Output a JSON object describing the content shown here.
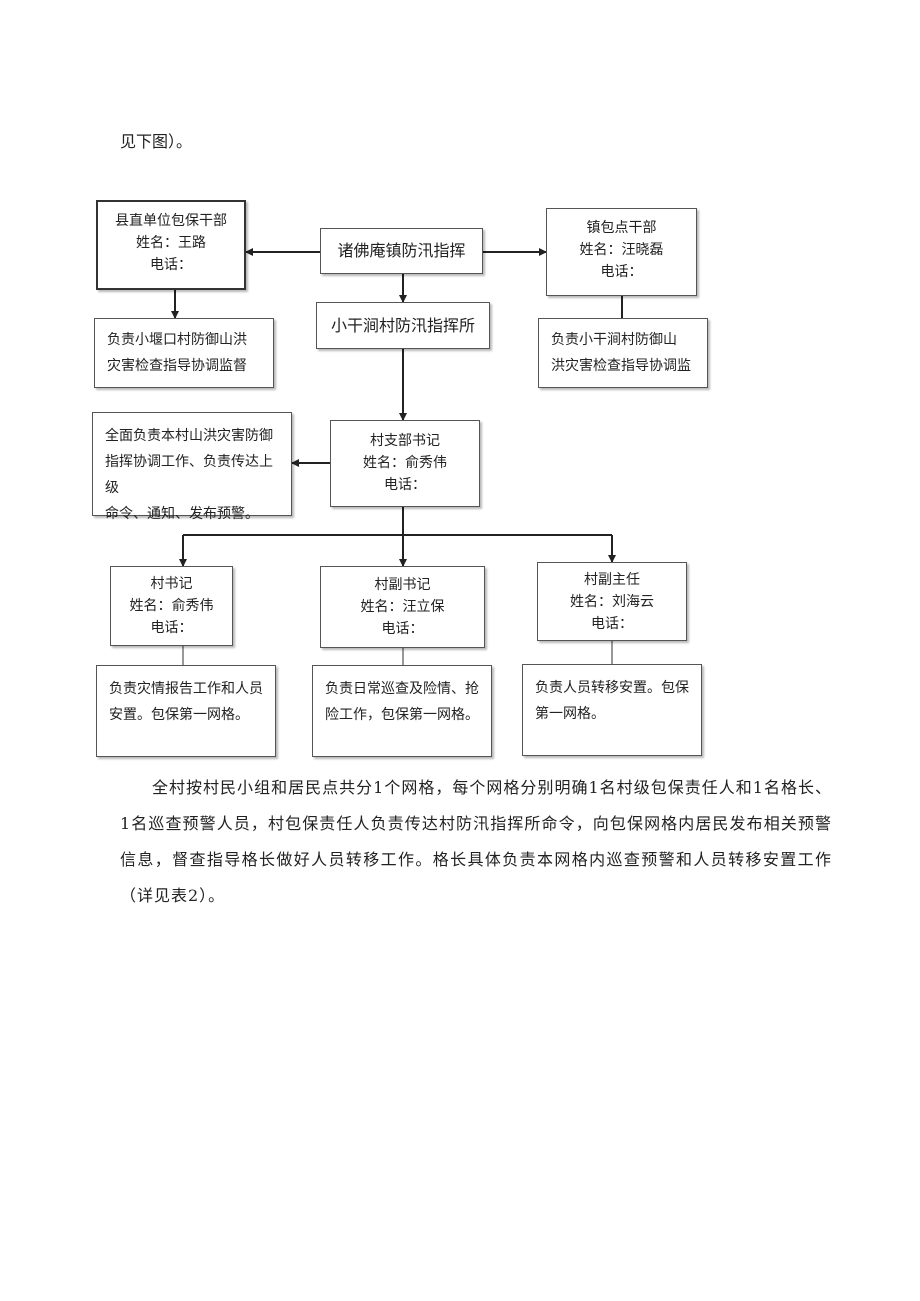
{
  "intro_text": "见下图）。",
  "org_chart": {
    "county": {
      "title": "县直单位包保干部",
      "name": "姓名：王路",
      "phone": "电话："
    },
    "county_duty": [
      "负责小堰口村防御山洪",
      "灾害检查指导协调监督"
    ],
    "town_hq": "诸佛庵镇防汛指挥",
    "village_hq": "小干涧村防汛指挥所",
    "town_cadre": {
      "title": "镇包点干部",
      "name": "姓名：汪晓磊",
      "phone": "电话："
    },
    "town_duty": [
      "负责小干涧村防御山",
      "洪灾害检查指导协调监"
    ],
    "secretary": {
      "title": "村支部书记",
      "name": "姓名：俞秀伟",
      "phone": "电话："
    },
    "secretary_duty": [
      "全面负责本村山洪灾害防御",
      "指挥协调工作、负责传达上级",
      "命令、通知、发布预警。"
    ],
    "members": [
      {
        "title": "村书记",
        "name": "姓名：俞秀伟",
        "phone": "电话：",
        "duty": [
          "负责灾情报告工作和人员",
          "安置。包保第一网格。"
        ]
      },
      {
        "title": "村副书记",
        "name": "姓名：汪立保",
        "phone": "电话：",
        "duty": [
          "负责日常巡查及险情、抢",
          "险工作，包保第一网格。"
        ]
      },
      {
        "title": "村副主任",
        "name": "姓名：刘海云",
        "phone": "电话：",
        "duty": [
          "负责人员转移安置。包保",
          "第一网格。"
        ]
      }
    ]
  },
  "body_paragraph": "全村按村民小组和居民点共分1个网格，每个网格分别明确1名村级包保责任人和1名格长、1名巡查预警人员，村包保责任人负责传达村防汛指挥所命令，向包保网格内居民发布相关预警信息，督查指导格长做好人员转移工作。格长具体负责本网格内巡查预警和人员转移安置工作（详见表2）。"
}
